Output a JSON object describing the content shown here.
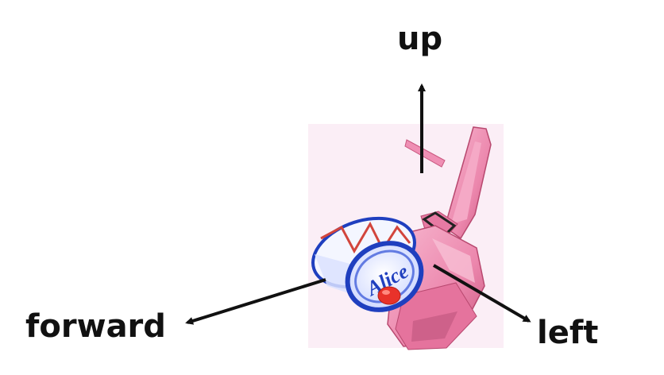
{
  "axes": {
    "up": "up",
    "forward": "forward",
    "left": "left"
  },
  "figure": {
    "drum_logo": "Alice",
    "colors": {
      "robot_body": "#ef8fb4",
      "robot_body_dark": "#d9668f",
      "robot_shadow": "#b8486f",
      "background_patch": "#fbeef6",
      "drum_blue": "#1f3fbf",
      "drum_face": "#e8ecff",
      "drum_red_lines": "#d2453c",
      "red_ball": "#e8322a",
      "arrow": "#111111"
    }
  }
}
